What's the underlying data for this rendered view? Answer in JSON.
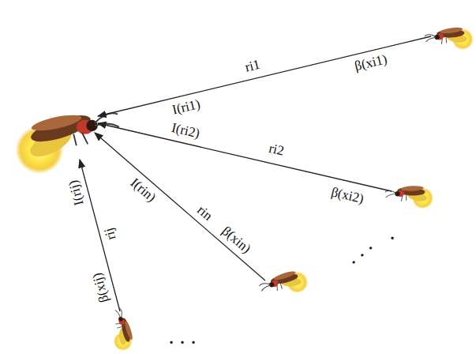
{
  "diagram": {
    "labels": [
      "ri1",
      "β(xi1)",
      "I(ri1)",
      "ri2",
      "I(ri2)",
      "β(xi2)",
      "I(rin)",
      "rin",
      "β(xin)",
      "I(rij)",
      "rij",
      "β(xij)",
      ".",
      ". . .",
      ". . ."
    ]
  }
}
